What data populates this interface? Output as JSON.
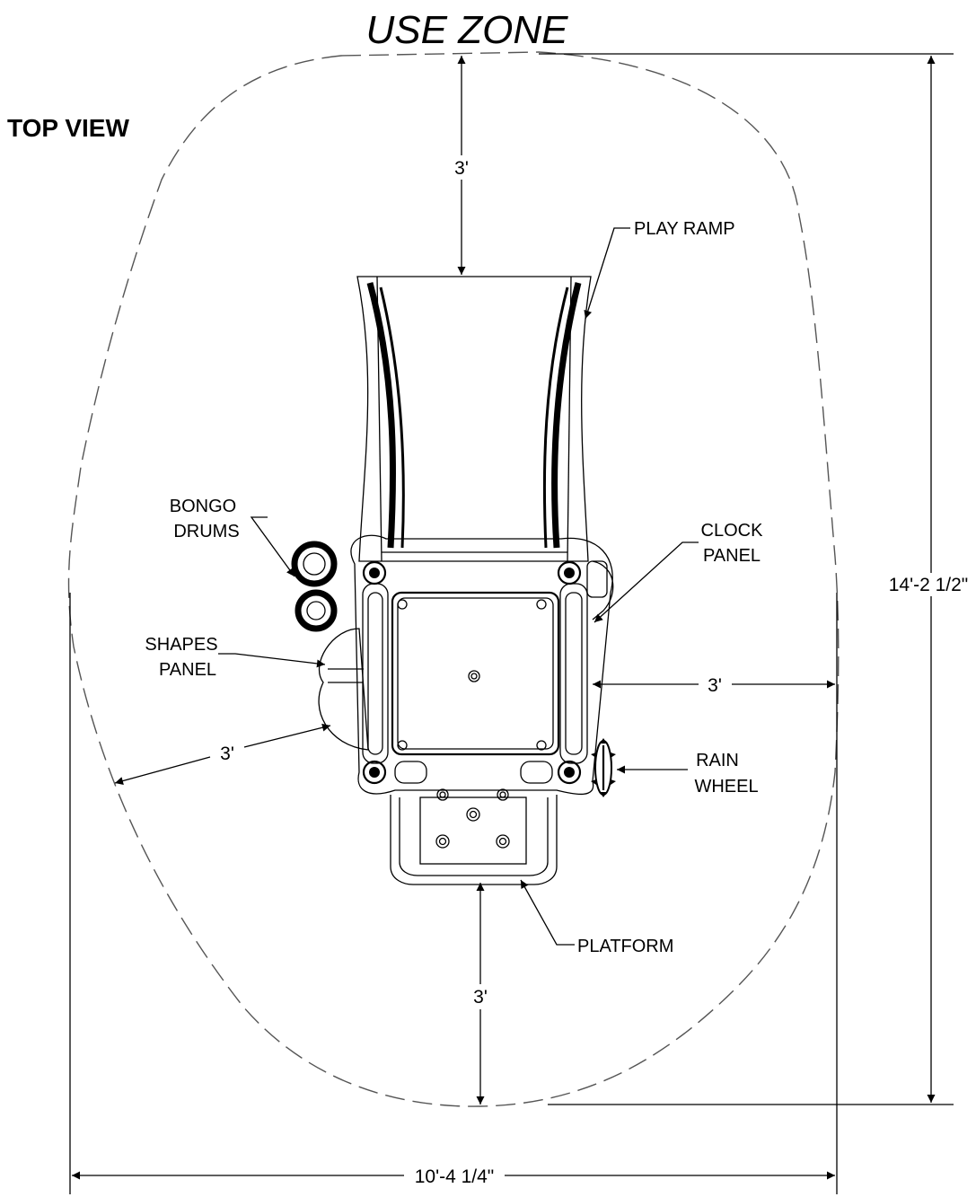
{
  "title": "USE ZONE",
  "view_label": "TOP VIEW",
  "callouts": {
    "play_ramp": "PLAY RAMP",
    "bongo_drums_1": "BONGO",
    "bongo_drums_2": "DRUMS",
    "clock_panel_1": "CLOCK",
    "clock_panel_2": "PANEL",
    "shapes_panel_1": "SHAPES",
    "shapes_panel_2": "PANEL",
    "rain_wheel_1": "RAIN",
    "rain_wheel_2": "WHEEL",
    "platform": "PLATFORM"
  },
  "dimensions": {
    "top_clearance": "3'",
    "right_clearance": "3'",
    "left_clearance": "3'",
    "bottom_clearance": "3'",
    "overall_length": "14'-2 1/2\"",
    "overall_width": "10'-4 1/4\""
  }
}
